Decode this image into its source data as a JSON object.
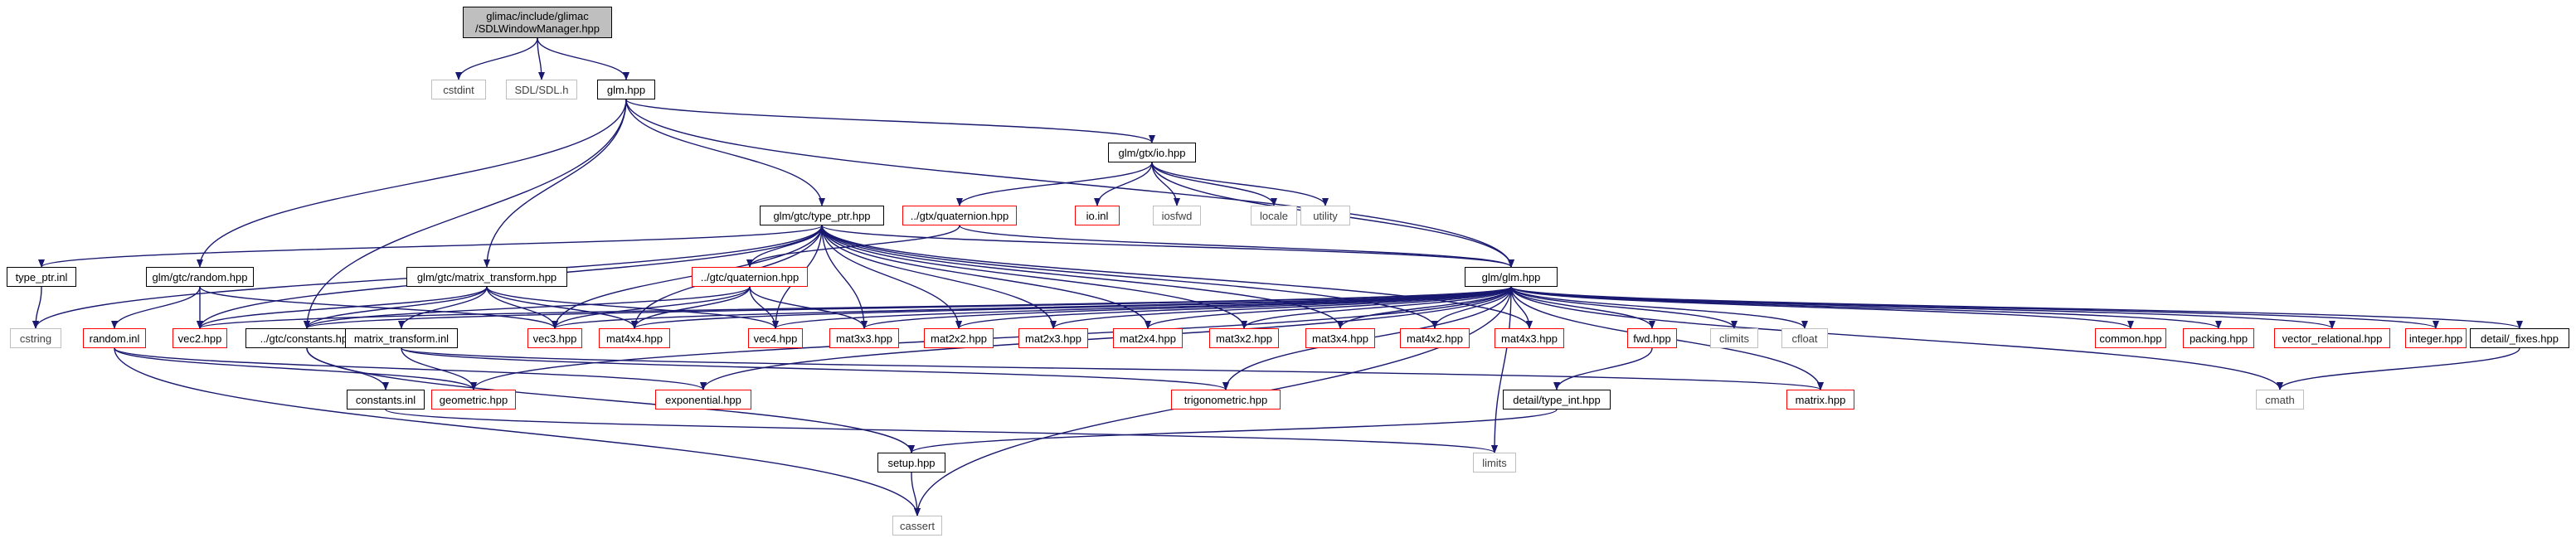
{
  "graph": {
    "edge_color": "#191970",
    "nodes": {
      "root": {
        "label": "glimac/include/glimac\n/SDLWindowManager.hpp",
        "style": "root"
      },
      "cstdint": {
        "label": "cstdint",
        "style": "grey"
      },
      "sdl": {
        "label": "SDL/SDL.h",
        "style": "grey"
      },
      "glm": {
        "label": "glm.hpp",
        "style": "black"
      },
      "io": {
        "label": "glm/gtx/io.hpp",
        "style": "black"
      },
      "typeptr": {
        "label": "glm/gtc/type_ptr.hpp",
        "style": "black"
      },
      "gtxquat": {
        "label": "../gtx/quaternion.hpp",
        "style": "red"
      },
      "ioinl": {
        "label": "io.inl",
        "style": "red"
      },
      "iosfwd": {
        "label": "iosfwd",
        "style": "grey"
      },
      "locale": {
        "label": "locale",
        "style": "grey"
      },
      "utility": {
        "label": "utility",
        "style": "grey"
      },
      "typeptrinl": {
        "label": "type_ptr.inl",
        "style": "black"
      },
      "random": {
        "label": "glm/gtc/random.hpp",
        "style": "black"
      },
      "mtx": {
        "label": "glm/gtc/matrix_transform.hpp",
        "style": "black"
      },
      "gtcquat": {
        "label": "../gtc/quaternion.hpp",
        "style": "red"
      },
      "glmglm": {
        "label": "glm/glm.hpp",
        "style": "black"
      },
      "cstring": {
        "label": "cstring",
        "style": "grey"
      },
      "randominl": {
        "label": "random.inl",
        "style": "red"
      },
      "vec2": {
        "label": "vec2.hpp",
        "style": "red"
      },
      "constants": {
        "label": "../gtc/constants.hpp",
        "style": "black"
      },
      "mtxinl": {
        "label": "matrix_transform.inl",
        "style": "black"
      },
      "vec3": {
        "label": "vec3.hpp",
        "style": "red"
      },
      "mat4x4": {
        "label": "mat4x4.hpp",
        "style": "red"
      },
      "vec4": {
        "label": "vec4.hpp",
        "style": "red"
      },
      "mat3x3": {
        "label": "mat3x3.hpp",
        "style": "red"
      },
      "mat2x2": {
        "label": "mat2x2.hpp",
        "style": "red"
      },
      "mat2x3": {
        "label": "mat2x3.hpp",
        "style": "red"
      },
      "mat2x4": {
        "label": "mat2x4.hpp",
        "style": "red"
      },
      "mat3x2": {
        "label": "mat3x2.hpp",
        "style": "red"
      },
      "mat3x4": {
        "label": "mat3x4.hpp",
        "style": "red"
      },
      "mat4x2": {
        "label": "mat4x2.hpp",
        "style": "red"
      },
      "mat4x3": {
        "label": "mat4x3.hpp",
        "style": "red"
      },
      "fwd": {
        "label": "fwd.hpp",
        "style": "red"
      },
      "climits": {
        "label": "climits",
        "style": "grey"
      },
      "cfloat": {
        "label": "cfloat",
        "style": "grey"
      },
      "common": {
        "label": "common.hpp",
        "style": "red"
      },
      "packing": {
        "label": "packing.hpp",
        "style": "red"
      },
      "vecrel": {
        "label": "vector_relational.hpp",
        "style": "red"
      },
      "integer": {
        "label": "integer.hpp",
        "style": "red"
      },
      "fixes": {
        "label": "detail/_fixes.hpp",
        "style": "black"
      },
      "constinl": {
        "label": "constants.inl",
        "style": "black"
      },
      "geometric": {
        "label": "geometric.hpp",
        "style": "red"
      },
      "exponential": {
        "label": "exponential.hpp",
        "style": "red"
      },
      "trig": {
        "label": "trigonometric.hpp",
        "style": "red"
      },
      "typeint": {
        "label": "detail/type_int.hpp",
        "style": "black"
      },
      "matrix": {
        "label": "matrix.hpp",
        "style": "red"
      },
      "cmath": {
        "label": "cmath",
        "style": "grey"
      },
      "setup": {
        "label": "setup.hpp",
        "style": "black"
      },
      "limits": {
        "label": "limits",
        "style": "grey"
      },
      "cassert": {
        "label": "cassert",
        "style": "grey"
      }
    },
    "edges": [
      [
        "root",
        "cstdint"
      ],
      [
        "root",
        "sdl"
      ],
      [
        "root",
        "glm"
      ],
      [
        "glm",
        "io"
      ],
      [
        "glm",
        "typeptr"
      ],
      [
        "glm",
        "random"
      ],
      [
        "glm",
        "mtx"
      ],
      [
        "glm",
        "constants"
      ],
      [
        "glm",
        "glmglm"
      ],
      [
        "io",
        "gtxquat"
      ],
      [
        "io",
        "ioinl"
      ],
      [
        "io",
        "iosfwd"
      ],
      [
        "io",
        "locale"
      ],
      [
        "io",
        "utility"
      ],
      [
        "io",
        "glmglm"
      ],
      [
        "gtxquat",
        "gtcquat"
      ],
      [
        "gtxquat",
        "glmglm"
      ],
      [
        "typeptr",
        "typeptrinl"
      ],
      [
        "typeptr",
        "cstring"
      ],
      [
        "typeptr",
        "gtcquat"
      ],
      [
        "typeptr",
        "glmglm"
      ],
      [
        "typeptr",
        "vec2"
      ],
      [
        "typeptr",
        "vec3"
      ],
      [
        "typeptr",
        "vec4"
      ],
      [
        "typeptr",
        "mat2x2"
      ],
      [
        "typeptr",
        "mat2x3"
      ],
      [
        "typeptr",
        "mat2x4"
      ],
      [
        "typeptr",
        "mat3x2"
      ],
      [
        "typeptr",
        "mat3x3"
      ],
      [
        "typeptr",
        "mat3x4"
      ],
      [
        "typeptr",
        "mat4x2"
      ],
      [
        "typeptr",
        "mat4x3"
      ],
      [
        "typeptr",
        "mat4x4"
      ],
      [
        "typeptrinl",
        "cstring"
      ],
      [
        "random",
        "randominl"
      ],
      [
        "random",
        "vec2"
      ],
      [
        "random",
        "vec3"
      ],
      [
        "randominl",
        "geometric"
      ],
      [
        "randominl",
        "exponential"
      ],
      [
        "randominl",
        "cassert"
      ],
      [
        "mtx",
        "mtxinl"
      ],
      [
        "mtx",
        "constants"
      ],
      [
        "mtx",
        "mat4x4"
      ],
      [
        "mtx",
        "vec3"
      ],
      [
        "mtx",
        "vec4"
      ],
      [
        "mtx",
        "vec2"
      ],
      [
        "mtxinl",
        "geometric"
      ],
      [
        "mtxinl",
        "trig"
      ],
      [
        "mtxinl",
        "matrix"
      ],
      [
        "gtcquat",
        "constants"
      ],
      [
        "gtcquat",
        "vec3"
      ],
      [
        "gtcquat",
        "vec4"
      ],
      [
        "gtcquat",
        "mat3x3"
      ],
      [
        "gtcquat",
        "mat4x4"
      ],
      [
        "constants",
        "constinl"
      ],
      [
        "constants",
        "setup"
      ],
      [
        "constinl",
        "limits"
      ],
      [
        "glmglm",
        "vec2"
      ],
      [
        "glmglm",
        "vec3"
      ],
      [
        "glmglm",
        "vec4"
      ],
      [
        "glmglm",
        "mat2x2"
      ],
      [
        "glmglm",
        "mat2x3"
      ],
      [
        "glmglm",
        "mat2x4"
      ],
      [
        "glmglm",
        "mat3x2"
      ],
      [
        "glmglm",
        "mat3x3"
      ],
      [
        "glmglm",
        "mat3x4"
      ],
      [
        "glmglm",
        "mat4x2"
      ],
      [
        "glmglm",
        "mat4x3"
      ],
      [
        "glmglm",
        "mat4x4"
      ],
      [
        "glmglm",
        "fwd"
      ],
      [
        "glmglm",
        "climits"
      ],
      [
        "glmglm",
        "cfloat"
      ],
      [
        "glmglm",
        "common"
      ],
      [
        "glmglm",
        "packing"
      ],
      [
        "glmglm",
        "vecrel"
      ],
      [
        "glmglm",
        "integer"
      ],
      [
        "glmglm",
        "fixes"
      ],
      [
        "glmglm",
        "cmath"
      ],
      [
        "glmglm",
        "geometric"
      ],
      [
        "glmglm",
        "exponential"
      ],
      [
        "glmglm",
        "trig"
      ],
      [
        "glmglm",
        "matrix"
      ],
      [
        "glmglm",
        "limits"
      ],
      [
        "glmglm",
        "cassert"
      ],
      [
        "glmglm",
        "constants"
      ],
      [
        "fwd",
        "typeint"
      ],
      [
        "typeint",
        "setup"
      ],
      [
        "setup",
        "cassert"
      ],
      [
        "fixes",
        "cmath"
      ]
    ]
  }
}
